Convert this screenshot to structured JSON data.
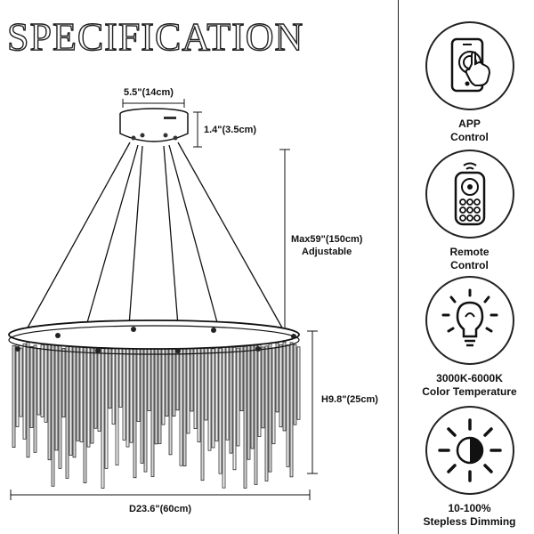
{
  "title": "SPECIFICATION",
  "dimensions": {
    "top_width": "5.5\"(14cm)",
    "top_height": "1.4\"(3.5cm)",
    "cable_length_line1": "Max59\"(150cm)",
    "cable_length_line2": "Adjustable",
    "body_height": "H9.8\"(25cm)",
    "diameter": "D23.6\"(60cm)"
  },
  "features": [
    {
      "icon": "smartphone-touch-icon",
      "line1": "APP",
      "line2": "Control"
    },
    {
      "icon": "remote-control-icon",
      "line1": "Remote",
      "line2": "Control"
    },
    {
      "icon": "light-bulb-icon",
      "line1": "3000K-6000K",
      "line2": "Color Temperature"
    },
    {
      "icon": "sun-dimming-icon",
      "line1": "10-100%",
      "line2": "Stepless Dimming"
    }
  ]
}
